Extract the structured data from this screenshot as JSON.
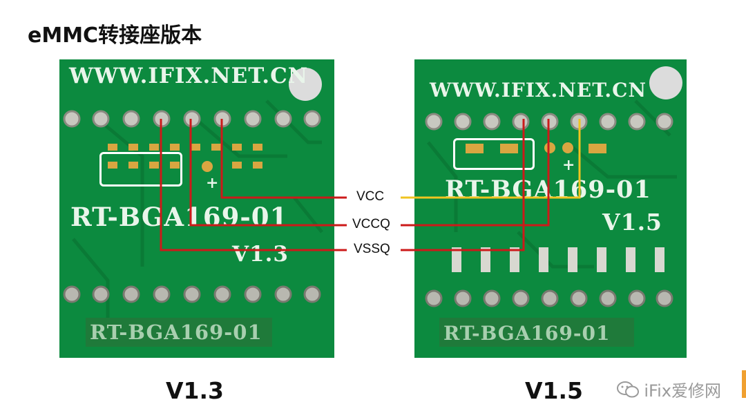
{
  "title": "eMMC转接座版本",
  "boards": {
    "left": {
      "url_text": "WWW.IFIX.NET.CN",
      "model_text": "RT-BGA169-01",
      "version_text": "V1.3",
      "bottom_text": "RT-BGA169-01",
      "plus_sign": "+"
    },
    "right": {
      "url_text": "WWW.IFIX.NET.CN",
      "model_text": "RT-BGA169-01",
      "version_text": "V1.5",
      "bottom_text": "RT-BGA169-01",
      "plus_sign": "+"
    }
  },
  "labels": {
    "vcc": "VCC",
    "vccq": "VCCQ",
    "vssq": "VSSQ"
  },
  "captions": {
    "left": "V1.3",
    "right": "V1.5"
  },
  "watermark": "iFix爱修网",
  "colors": {
    "vcc_line": "#f0c420",
    "vccq_line": "#cc1a1a",
    "vssq_line": "#cc1a1a",
    "board": "#0c8a3f"
  }
}
